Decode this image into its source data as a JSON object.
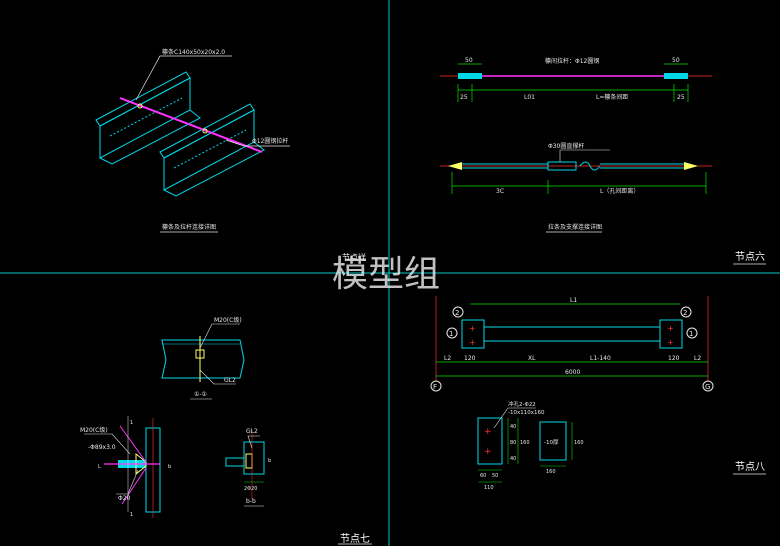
{
  "watermark": "模型组",
  "colors": {
    "background": "#000000",
    "divider": "#00c8c8",
    "steel": "#00d8e8",
    "rod": "#ff33ff",
    "dim": "#00e000",
    "text": "#e8e8e8",
    "axis_red": "#ff3030",
    "marker": "#ffff66"
  },
  "q1": {
    "purlin_label": "檩条C140x50x20x2.0",
    "rod_label": "Φ12圆钢拉杆",
    "caption": "檩条及拉杆连接详图"
  },
  "q2": {
    "top": {
      "dim_left": "50",
      "dim_right": "50",
      "label": "檩间拉杆：Φ12圆钢",
      "sub_left": "25",
      "sub_mid": "L01",
      "sub_main": "L=檩条间距",
      "sub_right": "25"
    },
    "mid": {
      "label": "Φ30圆直撑杆",
      "dim_left": "3C",
      "dim_main": "L（孔间距离）"
    },
    "caption": "拉条及支撑连接详图",
    "node_label": "节点六"
  },
  "q3": {
    "top_label": "M20(C级)",
    "plate": "GL2",
    "section": "①-①",
    "left_label_1": "M20(C级)",
    "left_label_2": "-Φ89x3.0",
    "left_marks": [
      "1",
      "L",
      "b",
      "1"
    ],
    "weld": "Φ20",
    "right_label": "GL2",
    "right_w": "b",
    "right_dim": "2Φ20",
    "right_section": "b-b",
    "node_label": "节点七",
    "top_overlap": "节点详"
  },
  "q4": {
    "top_dim": "L1",
    "axis_top_left": "2",
    "axis_top_right": "2",
    "axis_mid_left": "1",
    "axis_mid_right": "1",
    "axis_bot_left": "F",
    "axis_bot_right": "G",
    "dims": [
      "L2",
      "120",
      "XL",
      "L1-140",
      "120",
      "L2"
    ],
    "total": "6000",
    "plate_label_1": "冲孔2-Φ22",
    "plate_label_2": "-10x110x160",
    "plate_h": [
      "40",
      "80",
      "40"
    ],
    "plate_h_total": "160",
    "plate_w": [
      "60",
      "50"
    ],
    "plate_w_total": "110",
    "plate2_label": "-10厚",
    "plate2_h": "160",
    "plate2_w": "160",
    "node_label": "节点八"
  }
}
